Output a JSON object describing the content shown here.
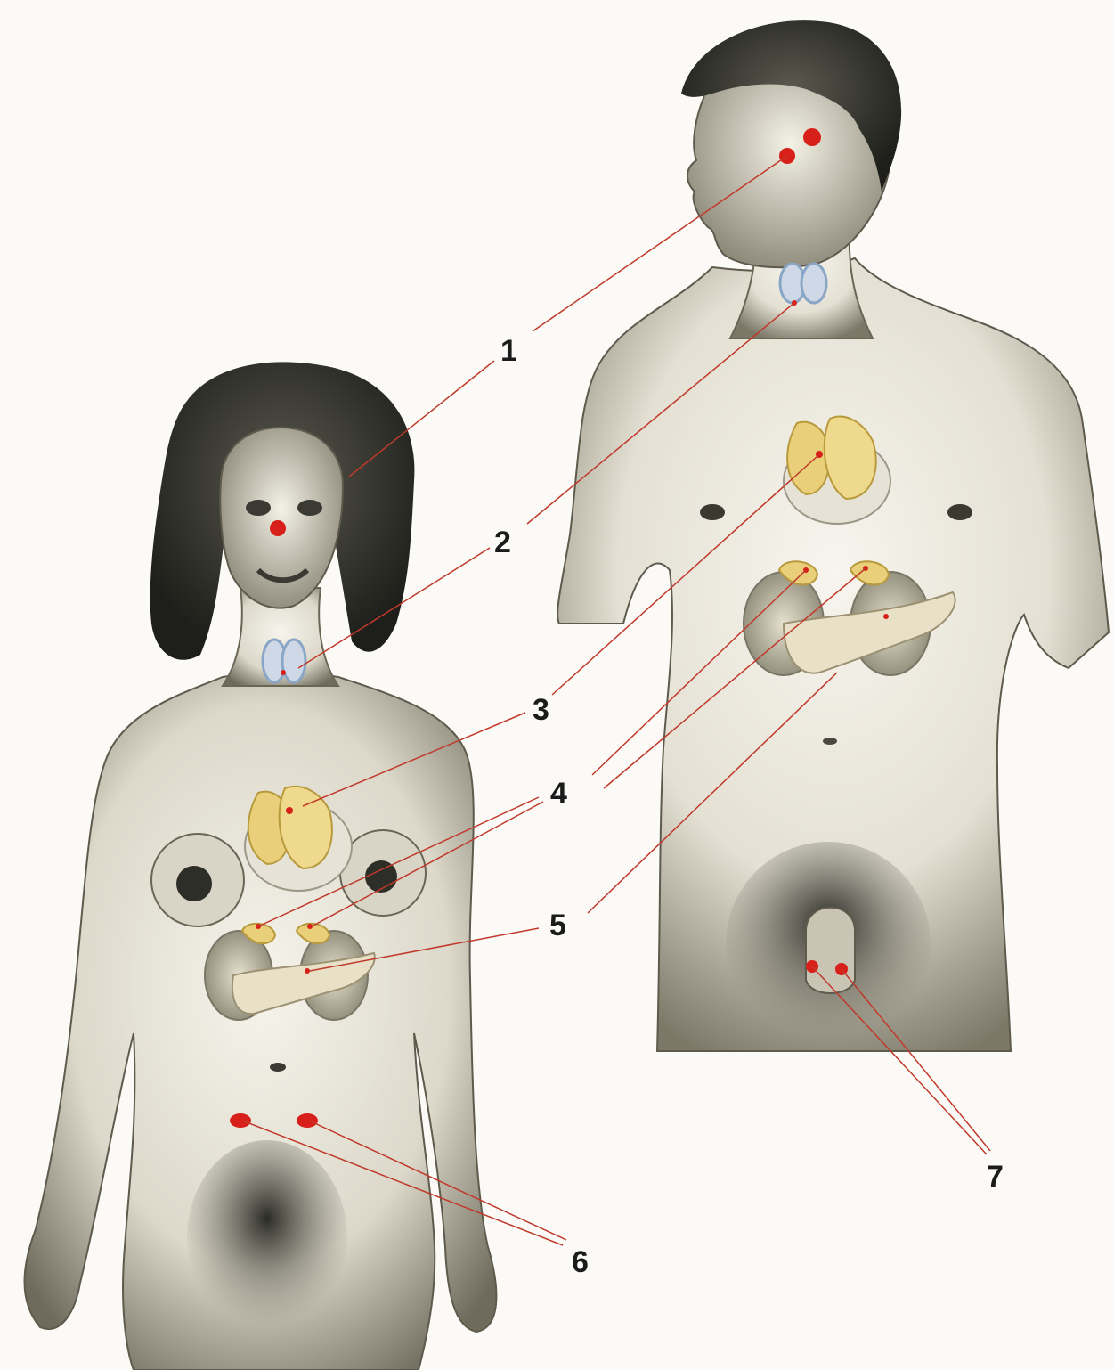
{
  "colors": {
    "background": "#fbfaf6",
    "skin_shade": "#6f6b5c",
    "skin_light": "#f4f1e8",
    "hair": "#2a2a24",
    "leader_line": "#c0392b",
    "gland_red": "#d8201a",
    "adrenal_yellow": "#e9cf7a",
    "thyroid_blue": "#8aa6c6",
    "number_text": "#1b1b1b"
  },
  "figures": {
    "female": {
      "icon": "female-figure"
    },
    "male": {
      "icon": "male-figure"
    }
  },
  "labels": [
    {
      "id": "1",
      "text": "1"
    },
    {
      "id": "2",
      "text": "2"
    },
    {
      "id": "3",
      "text": "3"
    },
    {
      "id": "4",
      "text": "4"
    },
    {
      "id": "5",
      "text": "5"
    },
    {
      "id": "6",
      "text": "6"
    },
    {
      "id": "7",
      "text": "7"
    }
  ]
}
